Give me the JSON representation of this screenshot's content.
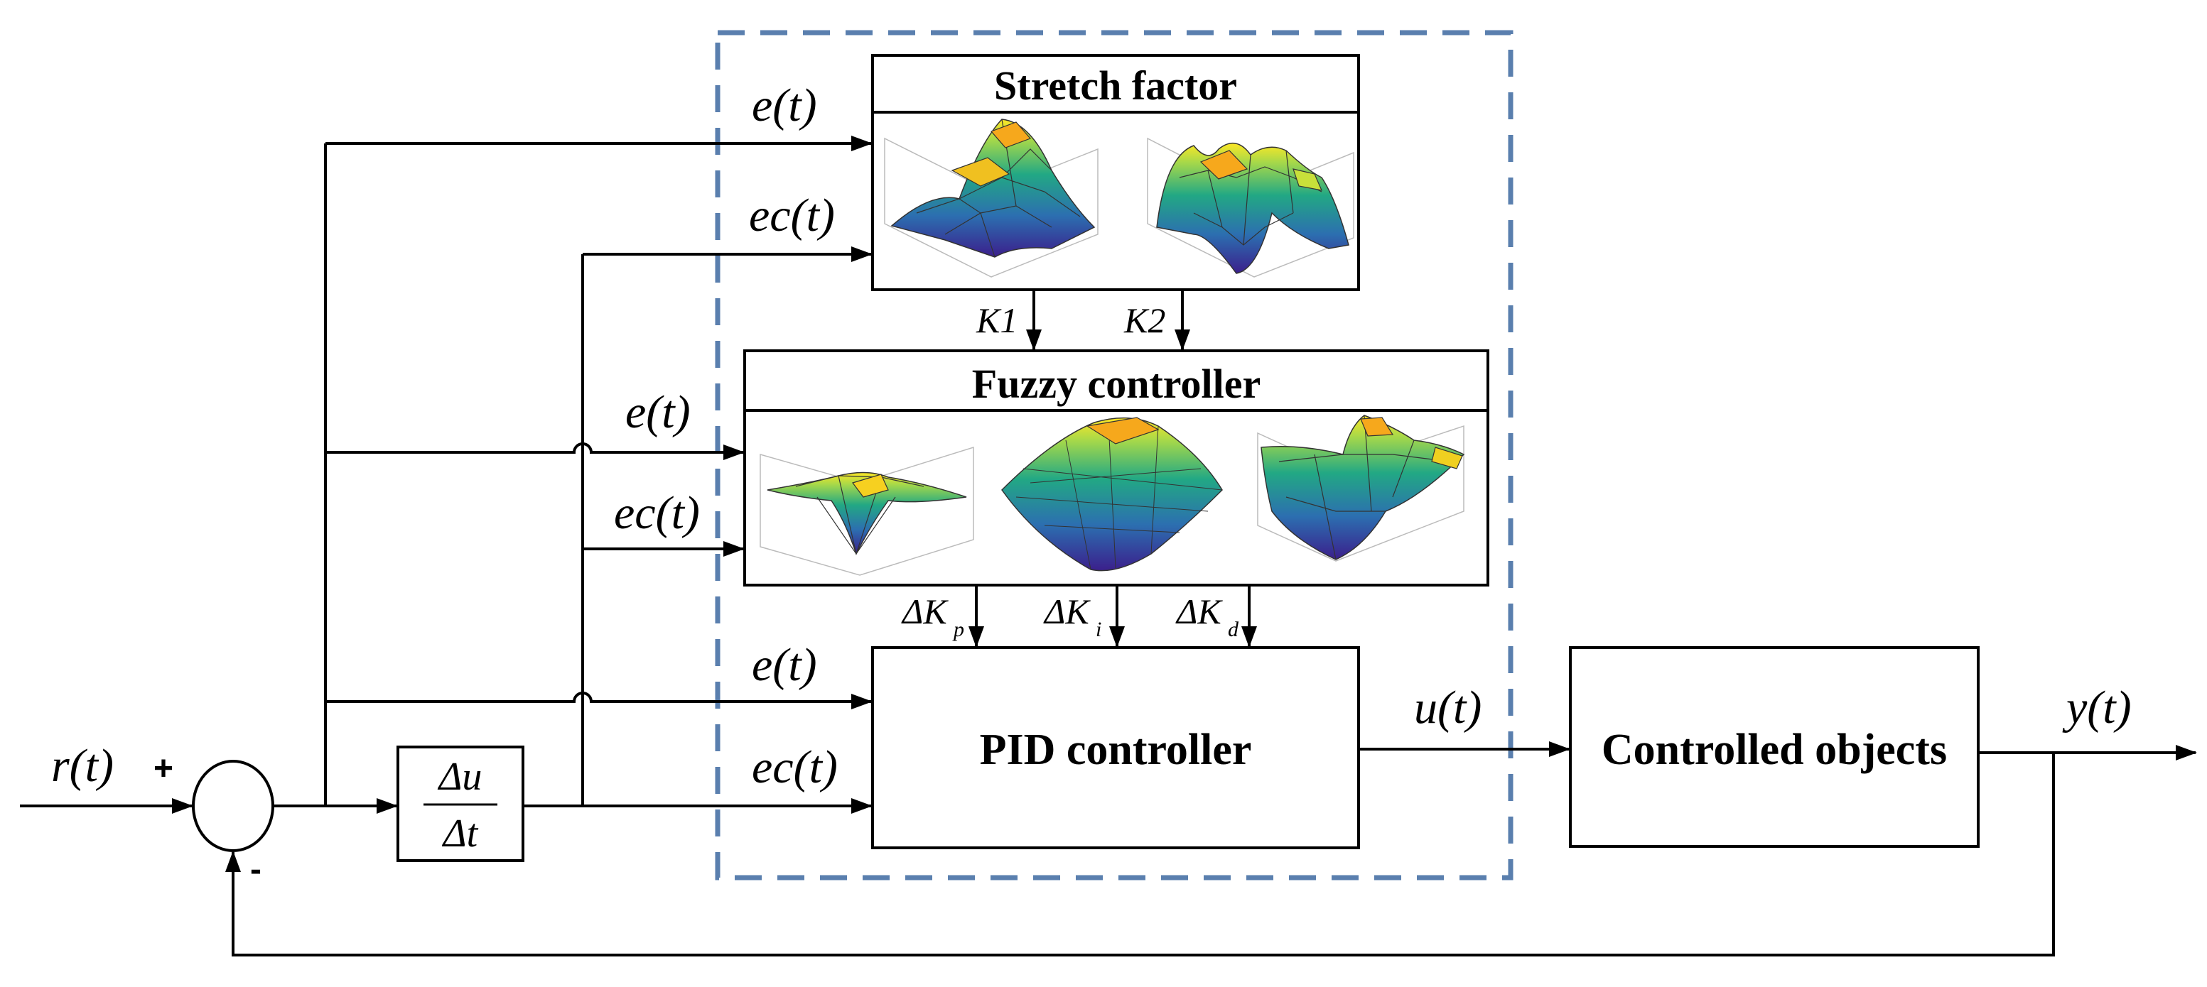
{
  "blocks": {
    "stretch": {
      "title": "Stretch factor"
    },
    "fuzzy": {
      "title": "Fuzzy controller"
    },
    "pid": {
      "title": "PID controller"
    },
    "plant": {
      "title": "Controlled objects"
    },
    "derivative": {
      "numerator": "Δu",
      "denominator": "Δt"
    }
  },
  "signals": {
    "r": "r(t)",
    "y": "y(t)",
    "u": "u(t)",
    "e": "e(t)",
    "ec": "ec(t)",
    "k1": "K1",
    "k2": "K2",
    "dkp_main": "ΔK",
    "dkp_sub": "p",
    "dki_main": "ΔK",
    "dki_sub": "i",
    "dkd_main": "ΔK",
    "dkd_sub": "d"
  },
  "summing_junction": {
    "plus": "+",
    "minus": "-"
  },
  "colors": {
    "dashed_boundary": "#5a7fae",
    "line": "#000000",
    "surface_low": "#3b1f8c",
    "surface_mid": "#22a884",
    "surface_high": "#fde725"
  },
  "surface_icons": [
    "stretch-surface-k1",
    "stretch-surface-k2",
    "fuzzy-surface-kp",
    "fuzzy-surface-ki",
    "fuzzy-surface-kd"
  ]
}
